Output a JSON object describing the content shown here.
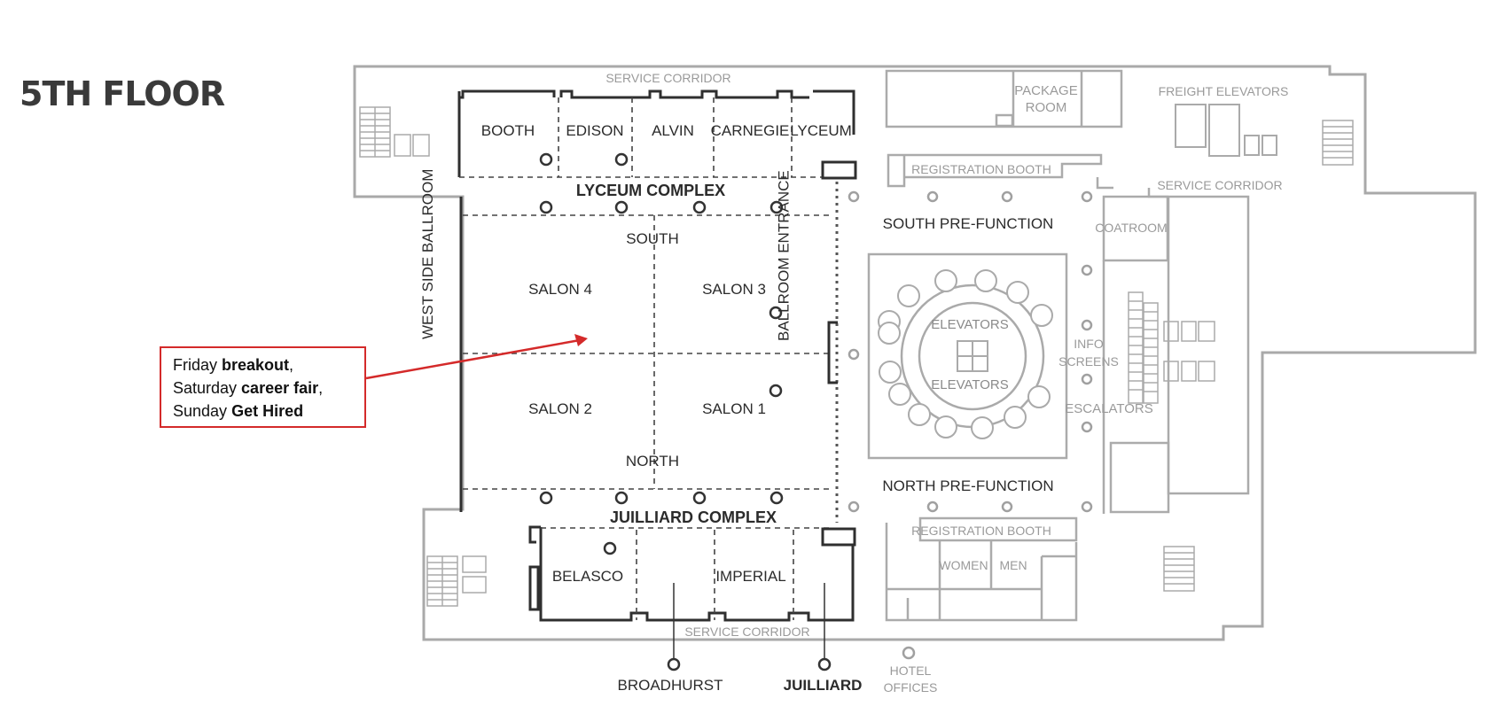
{
  "title": "5TH FLOOR",
  "callout": {
    "line1_plain": "Friday ",
    "line1_bold": "breakout",
    "line1_end": ",",
    "line2_plain": "Saturday ",
    "line2_bold": "career fair",
    "line2_end": ",",
    "line3_plain": "Sunday ",
    "line3_bold": "Get Hired",
    "color": "#d42a2a"
  },
  "rooms": {
    "booth": "BOOTH",
    "edison": "EDISON",
    "alvin": "ALVIN",
    "carnegie": "CARNEGIE",
    "lyceum": "LYCEUM",
    "lyceum_complex": "LYCEUM COMPLEX",
    "south": "SOUTH",
    "north": "NORTH",
    "salon4": "SALON 4",
    "salon3": "SALON 3",
    "salon2": "SALON 2",
    "salon1": "SALON 1",
    "west_side_ballroom": "WEST SIDE BALLROOM",
    "juilliard_complex": "JUILLIARD COMPLEX",
    "belasco": "BELASCO",
    "imperial": "IMPERIAL",
    "broadhurst": "BROADHURST",
    "juilliard": "JUILLIARD",
    "ballroom_entrance": "BALLROOM ENTRANCE",
    "south_prefunction": "SOUTH PRE-FUNCTION",
    "north_prefunction": "NORTH PRE-FUNCTION"
  },
  "grey_labels": {
    "service_corridor_top": "SERVICE CORRIDOR",
    "service_corridor_bottom": "SERVICE CORRIDOR",
    "service_corridor_right": "SERVICE CORRIDOR",
    "package_room_1": "PACKAGE",
    "package_room_2": "ROOM",
    "freight_elevators": "FREIGHT ELEVATORS",
    "registration_booth_top": "REGISTRATION BOOTH",
    "registration_booth_bottom": "REGISTRATION BOOTH",
    "coatroom": "COATROOM",
    "elevators_top": "ELEVATORS",
    "elevators_bottom": "ELEVATORS",
    "info_screens_1": "INFO",
    "info_screens_2": "SCREENS",
    "escalators": "ESCALATORS",
    "women": "WOMEN",
    "men": "MEN",
    "hotel_offices_1": "HOTEL",
    "hotel_offices_2": "OFFICES"
  }
}
